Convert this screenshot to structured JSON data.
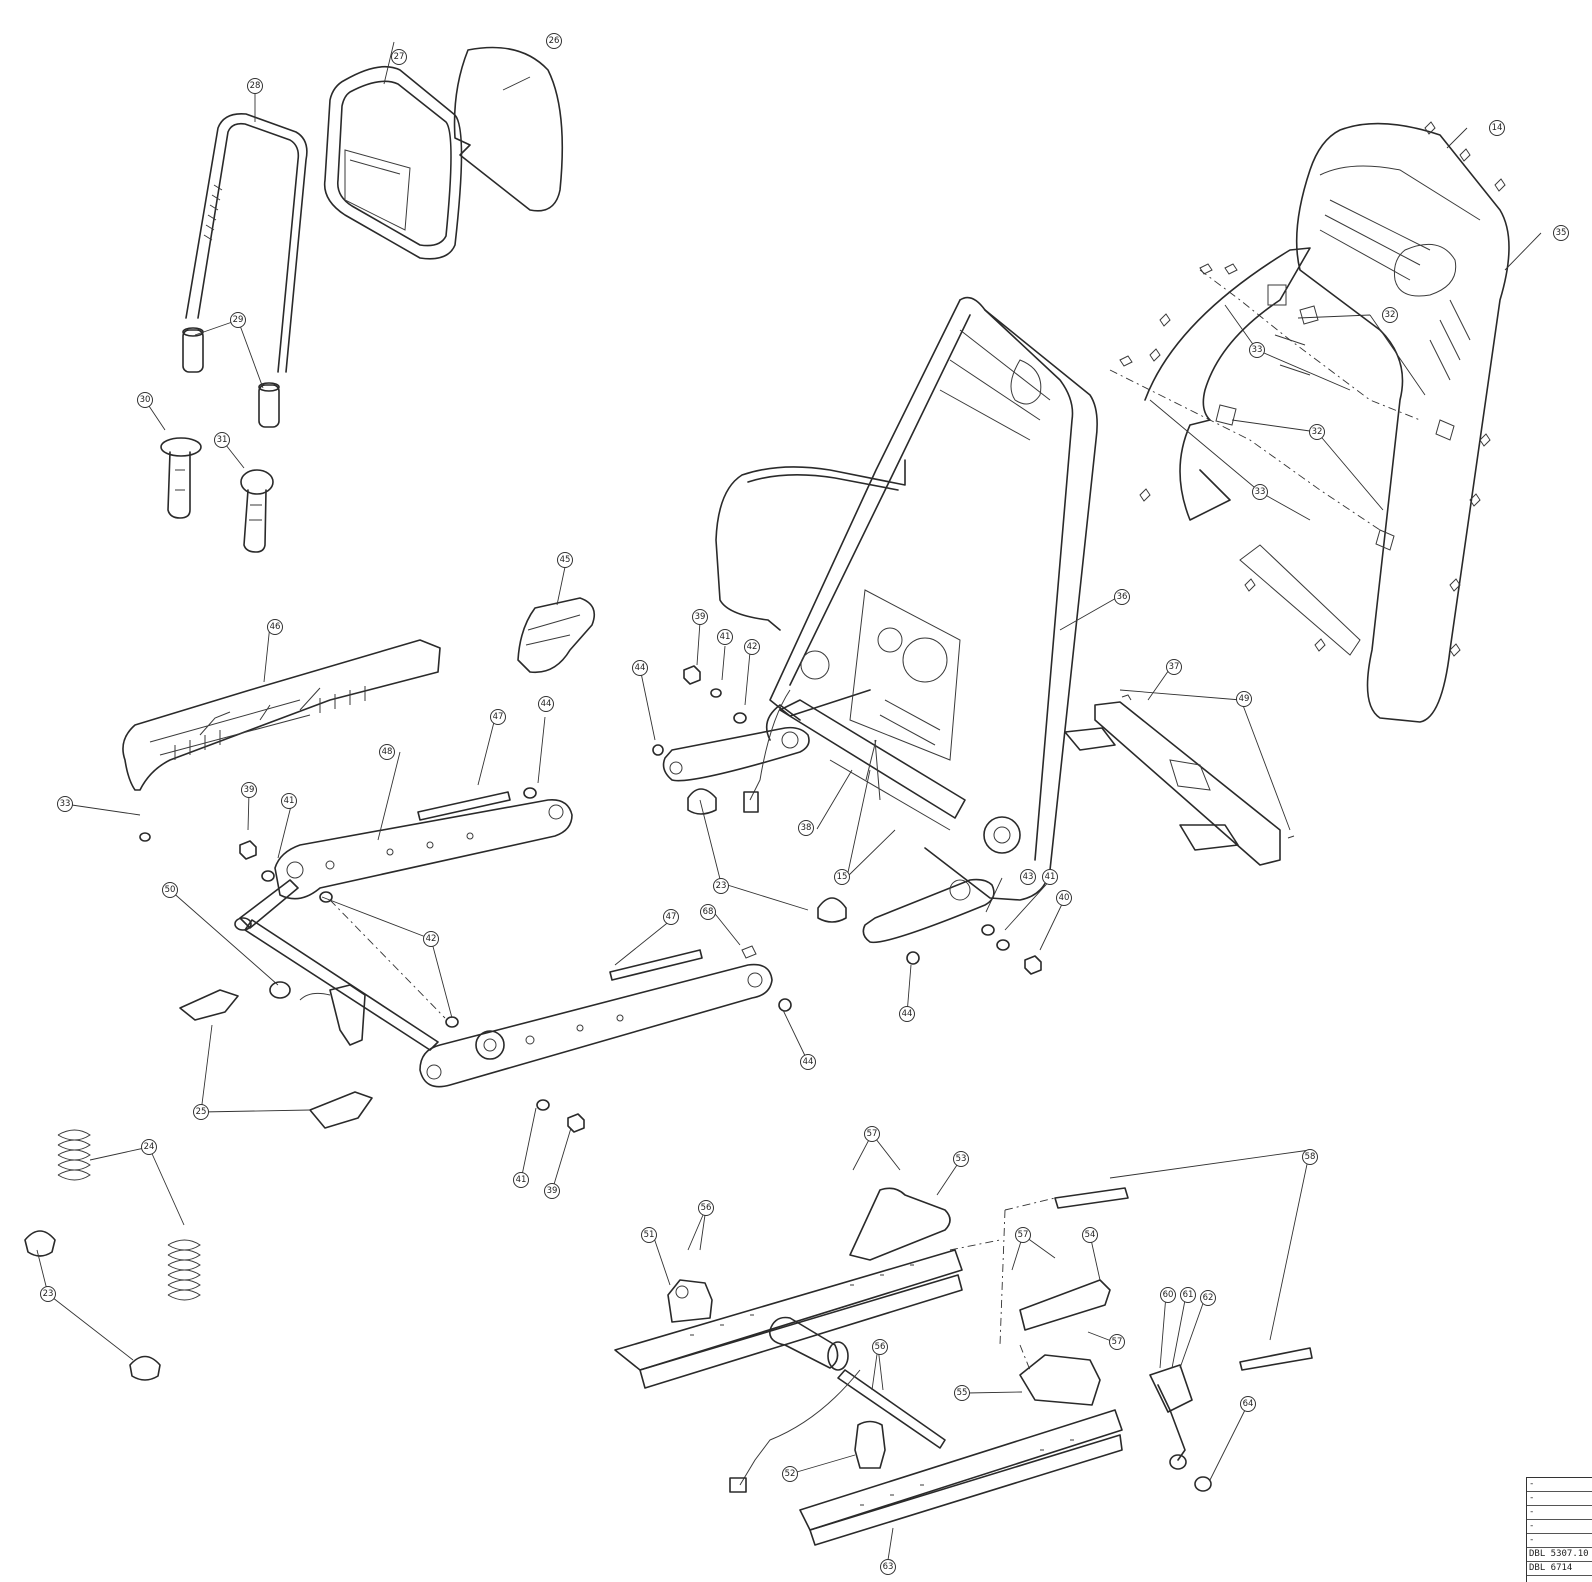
{
  "callouts": [
    {
      "id": "c26",
      "label": "26"
    },
    {
      "id": "c27",
      "label": "27"
    },
    {
      "id": "c28",
      "label": "28"
    },
    {
      "id": "c29",
      "label": "29"
    },
    {
      "id": "c30",
      "label": "30"
    },
    {
      "id": "c31",
      "label": "31"
    },
    {
      "id": "c14",
      "label": "14"
    },
    {
      "id": "c35",
      "label": "35"
    },
    {
      "id": "c32a",
      "label": "32"
    },
    {
      "id": "c33a",
      "label": "33"
    },
    {
      "id": "c32b",
      "label": "32"
    },
    {
      "id": "c33b",
      "label": "33"
    },
    {
      "id": "c45",
      "label": "45"
    },
    {
      "id": "c46",
      "label": "46"
    },
    {
      "id": "c33c",
      "label": "33"
    },
    {
      "id": "c39a",
      "label": "39"
    },
    {
      "id": "c41a",
      "label": "41"
    },
    {
      "id": "c42a",
      "label": "42"
    },
    {
      "id": "c44a",
      "label": "44"
    },
    {
      "id": "c36",
      "label": "36"
    },
    {
      "id": "c37",
      "label": "37"
    },
    {
      "id": "c49",
      "label": "49"
    },
    {
      "id": "c47a",
      "label": "47"
    },
    {
      "id": "c44b",
      "label": "44"
    },
    {
      "id": "c48",
      "label": "48"
    },
    {
      "id": "c39b",
      "label": "39"
    },
    {
      "id": "c41b",
      "label": "41"
    },
    {
      "id": "c38",
      "label": "38"
    },
    {
      "id": "c15",
      "label": "15"
    },
    {
      "id": "c23a",
      "label": "23"
    },
    {
      "id": "c43",
      "label": "43"
    },
    {
      "id": "c41c",
      "label": "41"
    },
    {
      "id": "c40",
      "label": "40"
    },
    {
      "id": "c44c",
      "label": "44"
    },
    {
      "id": "c50",
      "label": "50"
    },
    {
      "id": "c42b",
      "label": "42"
    },
    {
      "id": "c47b",
      "label": "47"
    },
    {
      "id": "c68",
      "label": "68"
    },
    {
      "id": "c44d",
      "label": "44"
    },
    {
      "id": "c25",
      "label": "25"
    },
    {
      "id": "c24",
      "label": "24"
    },
    {
      "id": "c41d",
      "label": "41"
    },
    {
      "id": "c39c",
      "label": "39"
    },
    {
      "id": "c23b",
      "label": "23"
    },
    {
      "id": "c57a",
      "label": "57"
    },
    {
      "id": "c53",
      "label": "53"
    },
    {
      "id": "c58",
      "label": "58"
    },
    {
      "id": "c56a",
      "label": "56"
    },
    {
      "id": "c51",
      "label": "51"
    },
    {
      "id": "c57b",
      "label": "57"
    },
    {
      "id": "c54",
      "label": "54"
    },
    {
      "id": "c57c",
      "label": "57"
    },
    {
      "id": "c56b",
      "label": "56"
    },
    {
      "id": "c60",
      "label": "60"
    },
    {
      "id": "c61",
      "label": "61"
    },
    {
      "id": "c62",
      "label": "62"
    },
    {
      "id": "c55",
      "label": "55"
    },
    {
      "id": "c64",
      "label": "64"
    },
    {
      "id": "c52",
      "label": "52"
    },
    {
      "id": "c63",
      "label": "63"
    }
  ],
  "title_block": {
    "rows": [
      "-",
      "-",
      "-",
      "-",
      "-",
      "DBL 5307.10",
      "DBL 6714"
    ]
  }
}
